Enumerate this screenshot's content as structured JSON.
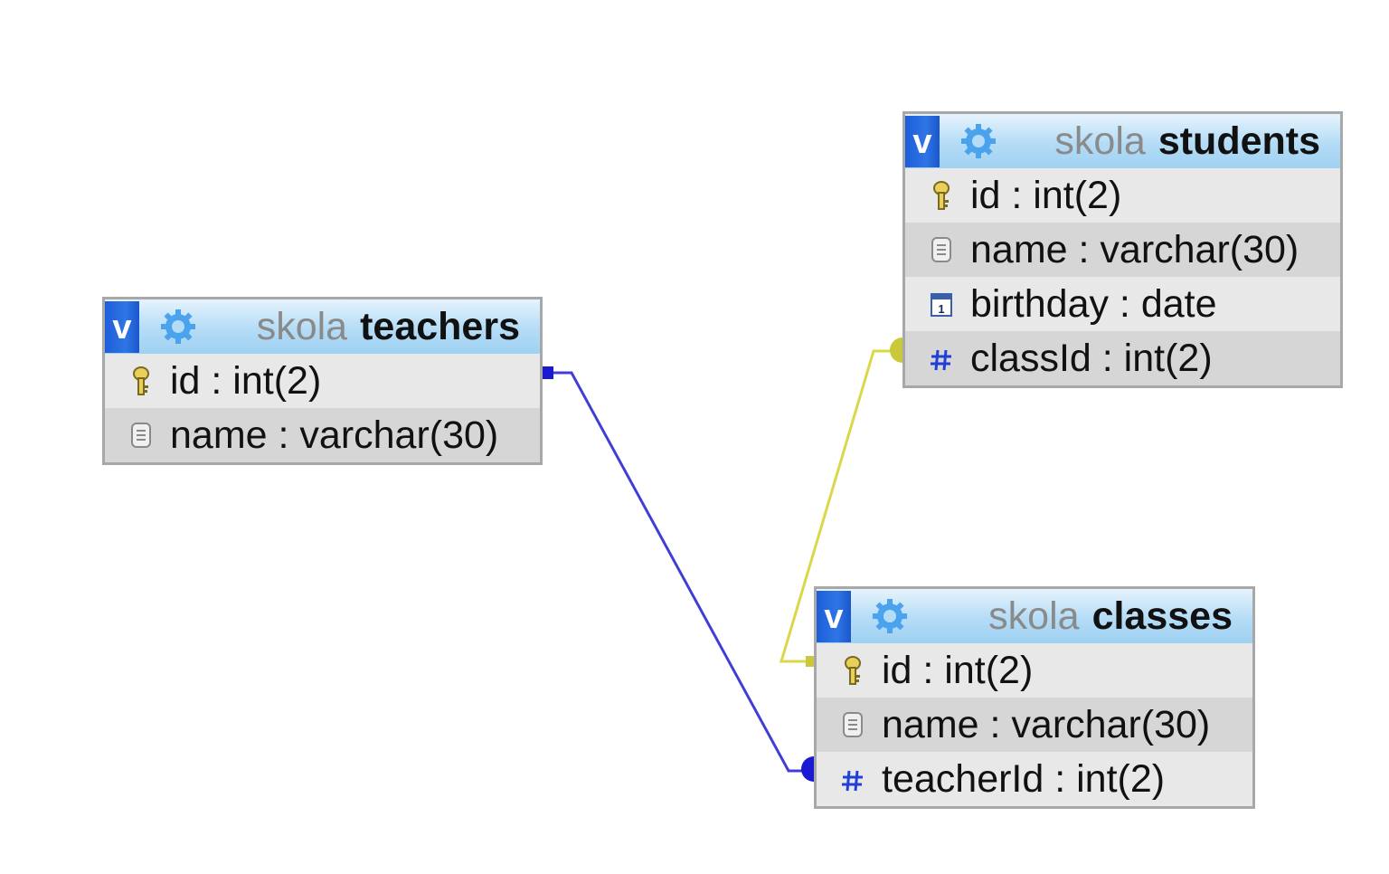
{
  "colors": {
    "header_top": "#e6f3fd",
    "header_bottom": "#9fd1f2",
    "toggle": "#2f75e6",
    "db_name": "#8a8a8a",
    "row_even": "#e8e8e8",
    "row_odd": "#d6d6d6",
    "relation_teachers_classes": "#3f3fd8",
    "relation_classes_students": "#d8d848"
  },
  "tables": {
    "teachers": {
      "toggle_label": "v",
      "db": "skola",
      "name": "teachers",
      "columns": [
        {
          "label": "id : int(2)",
          "icon": "primary-key-icon"
        },
        {
          "label": "name : varchar(30)",
          "icon": "text-field-icon"
        }
      ]
    },
    "students": {
      "toggle_label": "v",
      "db": "skola",
      "name": "students",
      "columns": [
        {
          "label": "id : int(2)",
          "icon": "primary-key-icon"
        },
        {
          "label": "name : varchar(30)",
          "icon": "text-field-icon"
        },
        {
          "label": "birthday : date",
          "icon": "date-field-icon"
        },
        {
          "label": "classId : int(2)",
          "icon": "numeric-field-icon"
        }
      ]
    },
    "classes": {
      "toggle_label": "v",
      "db": "skola",
      "name": "classes",
      "columns": [
        {
          "label": "id : int(2)",
          "icon": "primary-key-icon"
        },
        {
          "label": "name : varchar(30)",
          "icon": "text-field-icon"
        },
        {
          "label": "teacherId : int(2)",
          "icon": "numeric-field-icon"
        }
      ]
    }
  }
}
